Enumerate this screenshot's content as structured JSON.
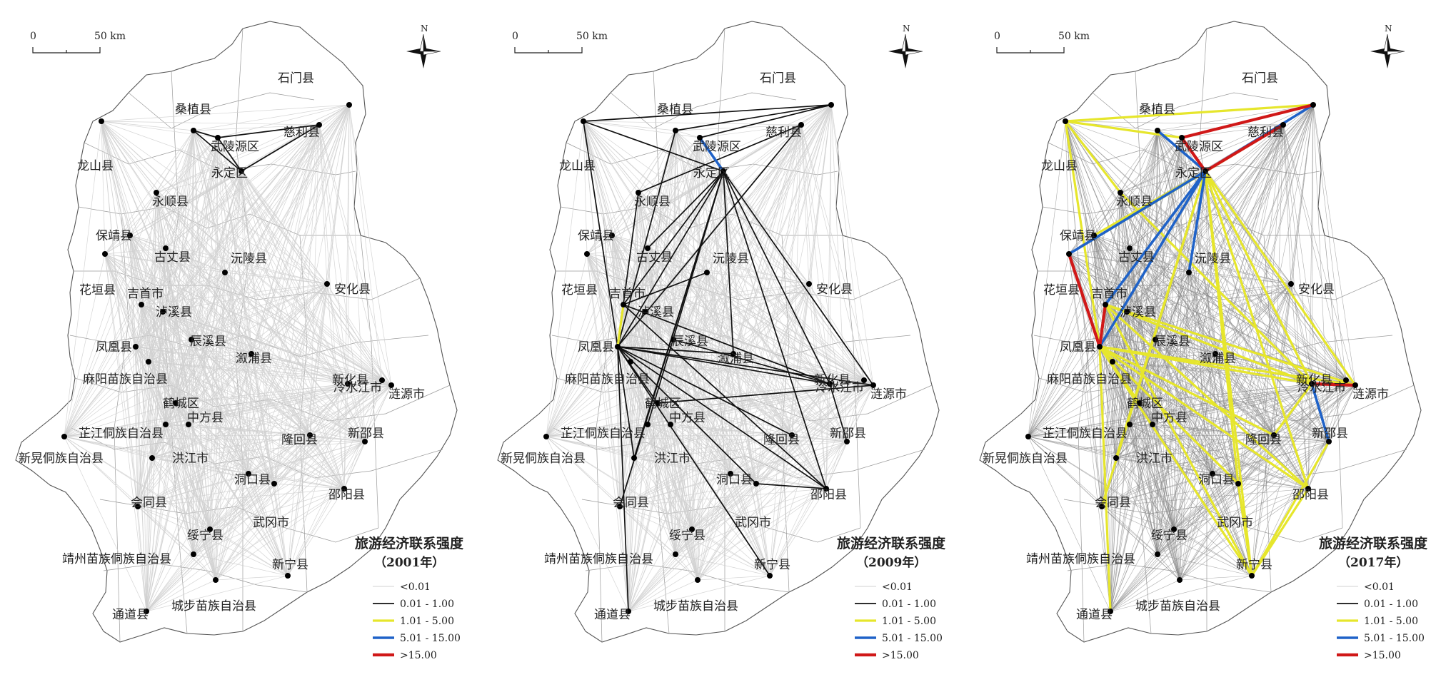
{
  "scale": {
    "zero": "0",
    "label": "50 km"
  },
  "north_label": "N",
  "legend": {
    "title": "旅游经济联系强度",
    "items": [
      {
        "label": "<0.01",
        "color": "#d0d0d0"
      },
      {
        "label": "0.01 - 1.00",
        "color": "#111111"
      },
      {
        "label": "1.01 - 5.00",
        "color": "#e6e62c"
      },
      {
        "label": "5.01 - 15.00",
        "color": "#1f62c8"
      },
      {
        "label": ">15.00",
        "color": "#d01818"
      }
    ]
  },
  "panels": [
    {
      "year_label": "（2001年）",
      "year": 2001
    },
    {
      "year_label": "（2009年）",
      "year": 2009
    },
    {
      "year_label": "（2017年）",
      "year": 2017
    }
  ],
  "counties": [
    "石门县",
    "桑植县",
    "武陵源区",
    "慈利县",
    "龙山县",
    "永定区",
    "永顺县",
    "保靖县",
    "古丈县",
    "沅陵县",
    "花垣县",
    "吉首市",
    "安化县",
    "泸溪县",
    "凤凰县",
    "辰溪县",
    "溆浦县",
    "麻阳苗族自治县",
    "新化县",
    "冷水江市",
    "涟源市",
    "鹤城区",
    "中方县",
    "芷江侗族自治县",
    "新邵县",
    "新晃侗族自治县",
    "洪江市",
    "隆回县",
    "洞口县",
    "邵阳县",
    "会同县",
    "武冈市",
    "绥宁县",
    "靖州苗族侗族自治县",
    "新宁县",
    "通道县",
    "城步苗族自治县"
  ]
}
